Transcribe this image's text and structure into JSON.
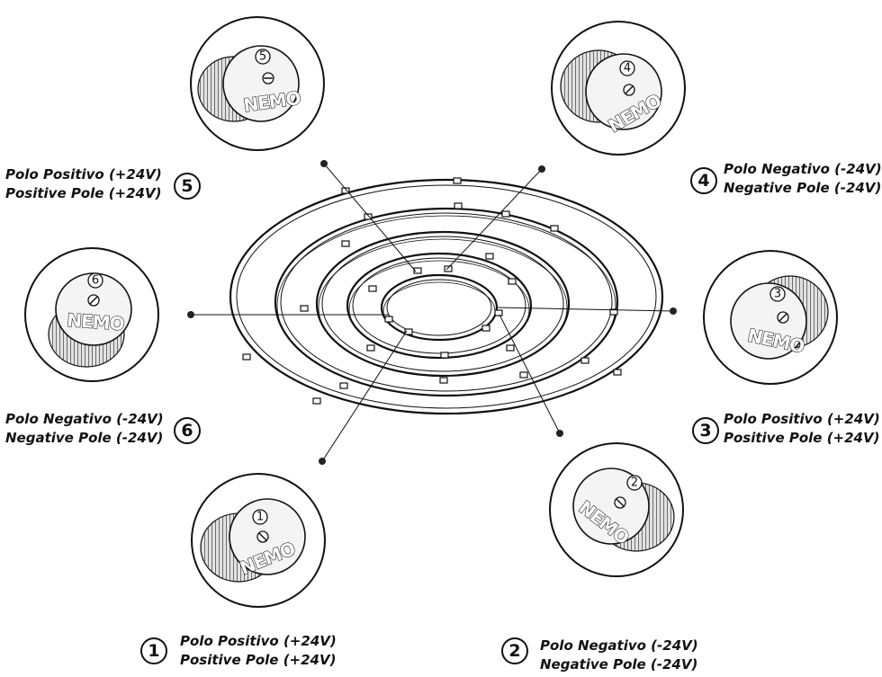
{
  "brand": "NEMO",
  "connectors": [
    {
      "id": "1",
      "line1": "Polo Positivo (+24V)",
      "line2": "Positive Pole (+24V)"
    },
    {
      "id": "2",
      "line1": "Polo Negativo (-24V)",
      "line2": "Negative Pole (-24V)"
    },
    {
      "id": "3",
      "line1": "Polo Positivo (+24V)",
      "line2": "Positive Pole (+24V)"
    },
    {
      "id": "4",
      "line1": "Polo Negativo (-24V)",
      "line2": "Negative Pole (-24V)"
    },
    {
      "id": "5",
      "line1": "Polo Positivo (+24V)",
      "line2": "Positive Pole (+24V)"
    },
    {
      "id": "6",
      "line1": "Polo Negativo (-24V)",
      "line2": "Negative Pole (-24V)"
    }
  ],
  "colors": {
    "line": "#111111",
    "background": "#ffffff",
    "cap_face": "#f4f4f4",
    "knurl": "#d8d8d8"
  }
}
